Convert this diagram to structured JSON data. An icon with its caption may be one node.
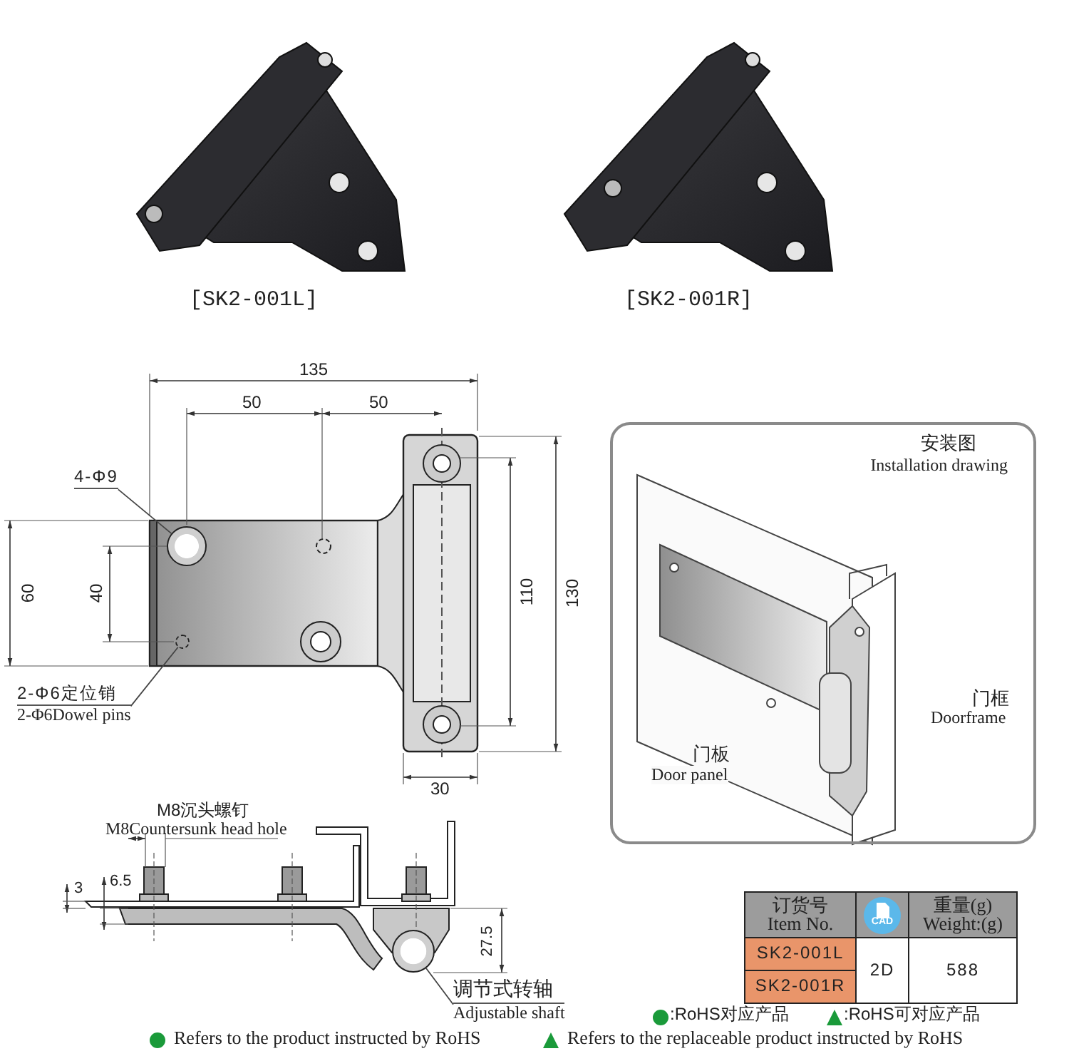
{
  "diagram": {
    "nodes": [
      {
        "text": [
          "安装图",
          "Installation drawing"
        ]
      },
      {
        "text": [
          "4-Φ9"
        ]
      },
      {
        "text": [],
        "shape": "circle"
      },
      {
        "text": [
          "2-Φ6定位销",
          "2-Φ6Dowel pins"
        ]
      },
      {
        "text": [],
        "shape": "circle"
      },
      {
        "text": [
          "调节式转轴",
          "Adjustable shaft"
        ]
      },
      {
        "text": [],
        "shape": "circle"
      }
    ],
    "edges": [
      {
        "from": 1,
        "to": 2,
        "arrow": "none"
      },
      {
        "from": 3,
        "to": 4,
        "arrow": "none"
      },
      {
        "from": 5,
        "to": 6,
        "arrow": "none"
      }
    ],
    "labels": [
      "[SK2-001L]",
      "[SK2-001R]",
      "135",
      "50",
      "50",
      "60",
      "40",
      "110",
      "130",
      "30",
      "M8沉头螺钉",
      "M8Countersunk head hole",
      "3",
      "6.5",
      "27.5",
      "门板",
      "Door panel",
      "门框",
      "Doorframe",
      "订货号",
      "Item No.",
      "CAD",
      "重量(g)",
      "Weight:(g)",
      "SK2-001L",
      "2D",
      "588",
      "SK2-001R"
    ],
    "legend": [
      {
        "text": ":RoHS对应产品"
      },
      {
        "text": ":RoHS可对应产品"
      },
      {
        "text": "Refers to the product instructed by RoHS"
      },
      {
        "text": "Refers to the replaceable product instructed by RoHS"
      }
    ]
  }
}
